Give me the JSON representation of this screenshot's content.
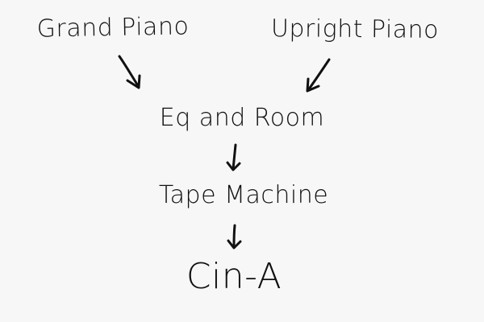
{
  "diagram": {
    "nodes": {
      "grand_piano": "Grand Piano",
      "upright_piano": "Upright Piano",
      "eq_and_room": "Eq and Room",
      "tape_machine": "Tape Machine",
      "output": "Cin-A"
    },
    "edges": [
      {
        "from": "Grand Piano",
        "to": "Eq and Room"
      },
      {
        "from": "Upright Piano",
        "to": "Eq and Room"
      },
      {
        "from": "Eq and Room",
        "to": "Tape Machine"
      },
      {
        "from": "Tape Machine",
        "to": "Cin-A"
      }
    ],
    "colors": {
      "background": "#f7f7f7",
      "ink": "#111111"
    }
  }
}
